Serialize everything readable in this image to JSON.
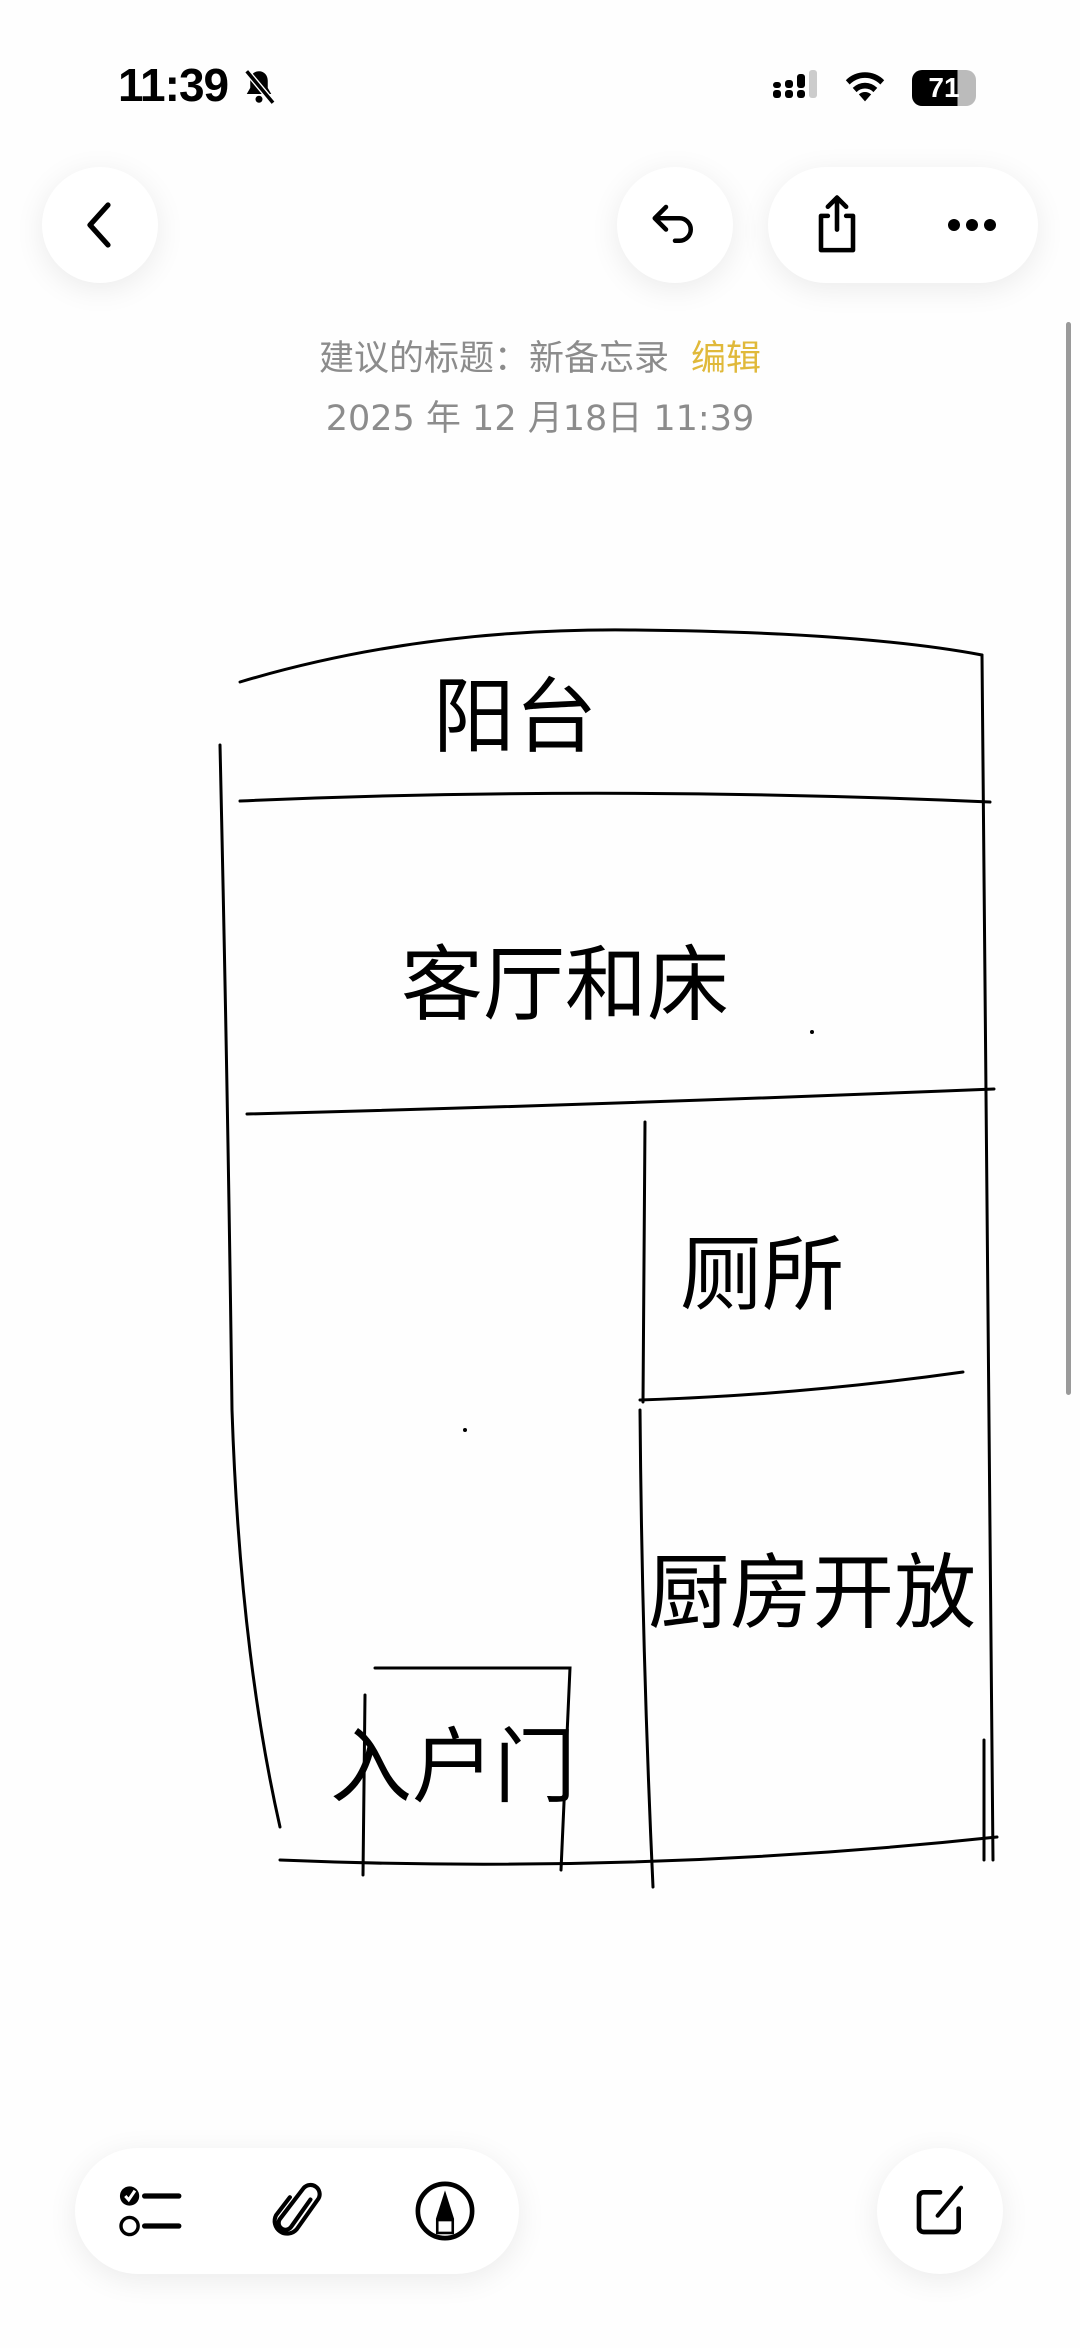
{
  "status_bar": {
    "time": "11:39",
    "battery": "71",
    "icons": [
      "bell-slash-icon",
      "signal-icon",
      "wifi-icon",
      "battery-icon"
    ]
  },
  "toolbar": {
    "icons": [
      "back-icon",
      "undo-icon",
      "share-icon",
      "more-icon"
    ]
  },
  "note": {
    "suggested_title_label": "建议的标题：新备忘录",
    "edit_label": "编辑",
    "date": "2025 年 12 月18日 11:39"
  },
  "sketch": {
    "labels": {
      "balcony": "阳台",
      "living": "客厅和床",
      "toilet": "厕所",
      "kitchen": "厨房开放",
      "entrance": "入户门"
    }
  },
  "bottom_bar": {
    "icons": [
      "checklist-icon",
      "paperclip-icon",
      "markup-pen-icon",
      "compose-icon"
    ]
  }
}
